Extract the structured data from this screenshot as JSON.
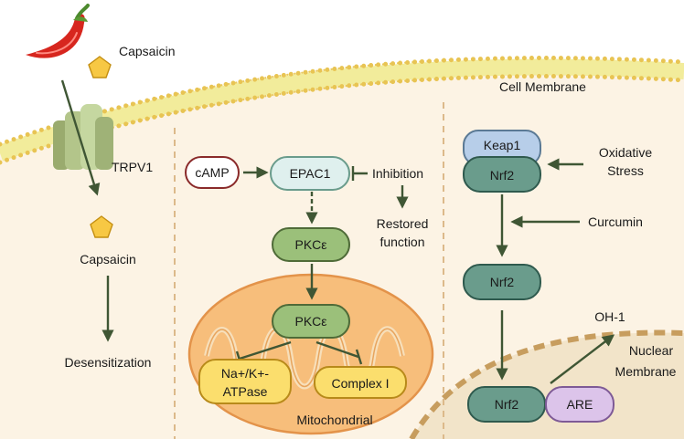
{
  "labels": {
    "capsaicin_top": "Capsaicin",
    "cell_membrane": "Cell Membrane",
    "trpv1": "TRPV1",
    "capsaicin_inside": "Capsaicin",
    "desensitization": "Desensitization",
    "camp": "cAMP",
    "epac1": "EPAC1",
    "inhibition": "Inhibition",
    "restored_line1": "Restored",
    "restored_line2": "function",
    "pkce_top": "PKCε",
    "pkce_mito": "PKCε",
    "na_k_line1": "Na+/K+-",
    "na_k_line2": "ATPase",
    "complex1": "Complex I",
    "mitochondrial": "Mitochondrial",
    "keap1": "Keap1",
    "nrf2_bound": "Nrf2",
    "oxidative_line1": "Oxidative",
    "oxidative_line2": "Stress",
    "curcumin": "Curcumin",
    "nrf2_free": "Nrf2",
    "oh1": "OH-1",
    "nuclear_line1": "Nuclear",
    "nuclear_line2": "Membrane",
    "nrf2_nucleus": "Nrf2",
    "are": "ARE"
  },
  "colors": {
    "background_cell": "#fcf3e4",
    "membrane_yellow": "#f2ec9b",
    "arrow": "#3f5634",
    "pkce_fill": "#9bc07a",
    "nrf2_fill": "#6a9c8c",
    "keap1_fill": "#b7cee9",
    "are_fill": "#dcc4ea",
    "epac1_fill": "#dff0ee",
    "camp_border": "#8a2a2a",
    "mito_fill": "#f7be7b",
    "complex_fill": "#fbde6d",
    "nucleus_fill": "#f2e4c9"
  },
  "icons": [
    "chili-pepper-icon",
    "capsaicin-pentagon-icon",
    "trpv1-channel-icon"
  ]
}
